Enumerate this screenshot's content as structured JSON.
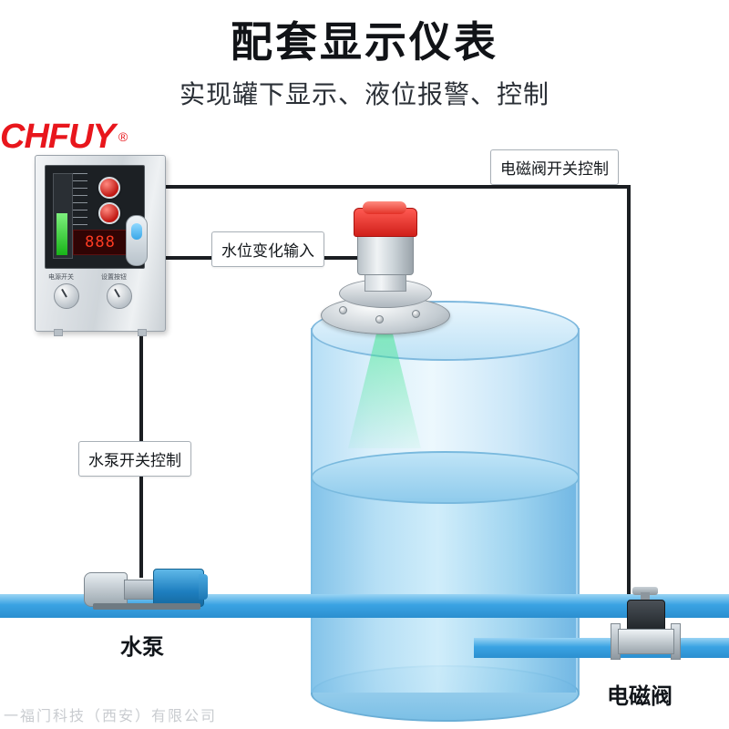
{
  "header": {
    "title": "配套显示仪表",
    "subtitle": "实现罐下显示、液位报警、控制"
  },
  "logo": {
    "text": "CHFUY",
    "registered": "®"
  },
  "controller": {
    "display_value": "888",
    "label_left": "电源开关",
    "label_right": "设置按钮"
  },
  "callouts": {
    "valve_control": "电磁阀开关控制",
    "level_input": "水位变化输入",
    "pump_control": "水泵开关控制"
  },
  "captions": {
    "pump": "水泵",
    "valve": "电磁阀"
  },
  "watermark": "一福门科技（西安）有限公司",
  "colors": {
    "accent_red": "#e8161c",
    "beam_green": "#3ce68c",
    "water_blue": "#3aa3e3",
    "tank_fill": "#8fcbec",
    "wire_black": "#1b1e22"
  }
}
